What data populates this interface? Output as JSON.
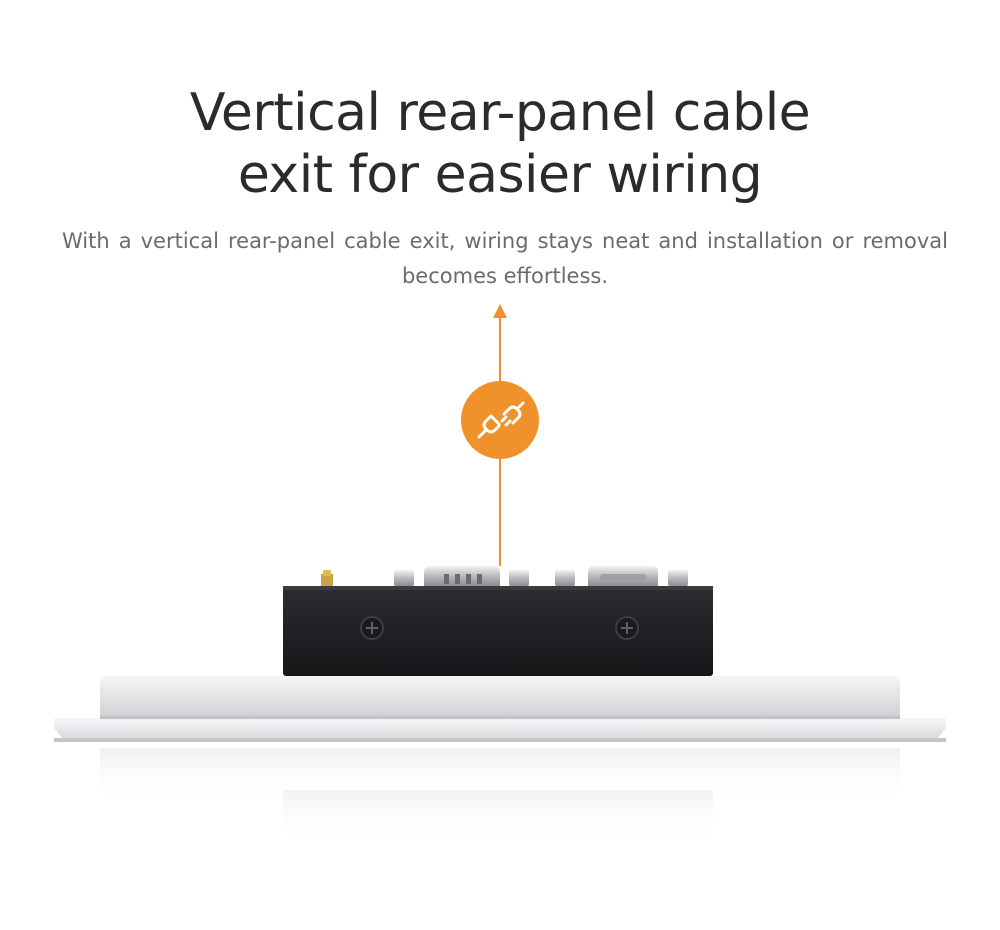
{
  "headline": {
    "line1": "Vertical rear-panel cable",
    "line2": "exit for easier wiring"
  },
  "description": "With a vertical rear-panel cable exit, wiring stays neat and installation or removal becomes effortless.",
  "colors": {
    "accent": "#F0922B",
    "heading": "#2B2B2B",
    "body_text": "#6B6B6B",
    "device_body": "#1E1F21",
    "panel_silver": "#E8E9EB"
  },
  "icons": {
    "badge": "plug-icon",
    "arrow": "arrow-up-icon"
  }
}
